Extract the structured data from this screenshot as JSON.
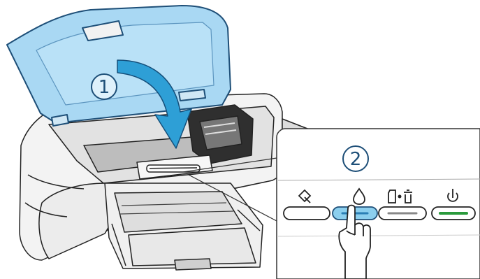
{
  "steps": {
    "close_cover": "1",
    "press_button": "2"
  },
  "panel": {
    "buttons": [
      {
        "icon": "ink-drop-icon-left",
        "state": "normal"
      },
      {
        "icon": "ink-drop-icon",
        "state": "highlighted"
      },
      {
        "icon": "paper-trash-icon",
        "state": "normal"
      },
      {
        "icon": "power-icon",
        "state": "on"
      }
    ]
  },
  "colors": {
    "cover": "#a9d8f3",
    "cover_stroke": "#1e4f78",
    "arrow": "#2e9fd6",
    "highlight_button": "#8ccfee",
    "power_led": "#2a9a3c",
    "outline": "#222222"
  }
}
